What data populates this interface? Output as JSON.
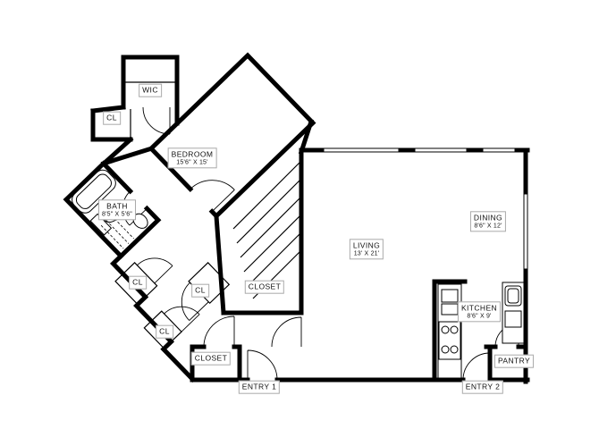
{
  "floorplan": {
    "colors": {
      "walls": "#000000",
      "background": "#ffffff",
      "label_border": "#aaaaaa"
    },
    "rooms": [
      {
        "id": "wic",
        "name": "WIC",
        "dims": ""
      },
      {
        "id": "cl-upper",
        "name": "CL",
        "dims": ""
      },
      {
        "id": "bedroom",
        "name": "BEDROOM",
        "dims": "15'6\" X 15'"
      },
      {
        "id": "bath",
        "name": "BATH",
        "dims": "8'5\" X 5'6\""
      },
      {
        "id": "living",
        "name": "LIVING",
        "dims": "13' X 21'"
      },
      {
        "id": "dining",
        "name": "DINING",
        "dims": "8'6\" X 12'"
      },
      {
        "id": "kitchen",
        "name": "KITCHEN",
        "dims": "8'6\" X 9'"
      },
      {
        "id": "closet-main",
        "name": "CLOSET",
        "dims": ""
      },
      {
        "id": "cl-hall-a",
        "name": "CL",
        "dims": ""
      },
      {
        "id": "cl-hall-b",
        "name": "CL",
        "dims": ""
      },
      {
        "id": "cl-hall-c",
        "name": "CL",
        "dims": ""
      },
      {
        "id": "closet-entry",
        "name": "CLOSET",
        "dims": ""
      },
      {
        "id": "pantry",
        "name": "PANTRY",
        "dims": ""
      },
      {
        "id": "entry-1",
        "name": "ENTRY 1",
        "dims": ""
      },
      {
        "id": "entry-2",
        "name": "ENTRY 2",
        "dims": ""
      }
    ]
  }
}
